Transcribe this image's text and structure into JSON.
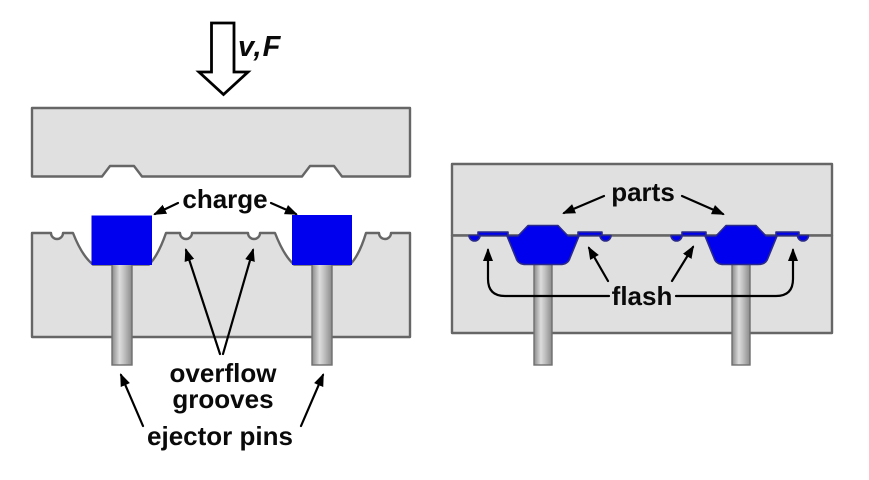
{
  "diagram_title": "compression molding mold diagram",
  "labels": {
    "force": "v,F",
    "charge": "charge",
    "overflow_grooves": "overflow\ngrooves",
    "ejector_pins": "ejector pins",
    "parts": "parts",
    "flash": "flash"
  },
  "colors": {
    "background": "#ffffff",
    "plate_fill": "#e0e0e0",
    "plate_outline": "#666666",
    "material_blue": "#0000ee",
    "part_edge": "#2a2a8a",
    "pin_dark": "#8a8a8a",
    "pin_light": "#dcdcdc",
    "arrow": "#000000"
  },
  "icons": {
    "press_arrow": "down-arrow-icon"
  }
}
